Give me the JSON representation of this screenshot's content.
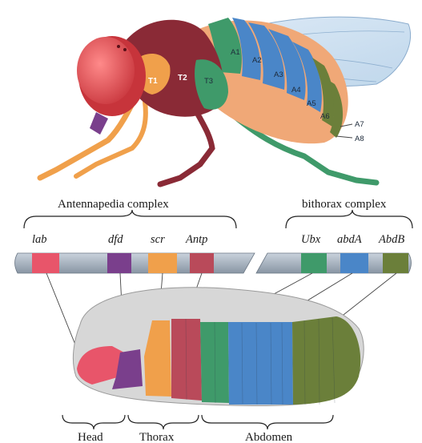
{
  "fly": {
    "segments": {
      "t1": "T1",
      "t2": "T2",
      "t3": "T3",
      "a1": "A1",
      "a2": "A2",
      "a3": "A3",
      "a4": "A4",
      "a5": "A5",
      "a6": "A6",
      "a7": "A7",
      "a8": "A8"
    }
  },
  "complexes": {
    "antennapedia": "Antennapedia complex",
    "bithorax": "bithorax complex"
  },
  "genes": [
    {
      "name": "lab",
      "color": "#e8556a"
    },
    {
      "name": "dfd",
      "color": "#7a3f8c"
    },
    {
      "name": "scr",
      "color": "#f0a04b"
    },
    {
      "name": "Antp",
      "color": "#b94a5a"
    },
    {
      "name": "Ubx",
      "color": "#3f9a6a"
    },
    {
      "name": "abdA",
      "color": "#4a86c8"
    },
    {
      "name": "AbdB",
      "color": "#6b7f3a"
    }
  ],
  "regions": {
    "head": "Head",
    "thorax": "Thorax",
    "abdomen": "Abdomen"
  }
}
